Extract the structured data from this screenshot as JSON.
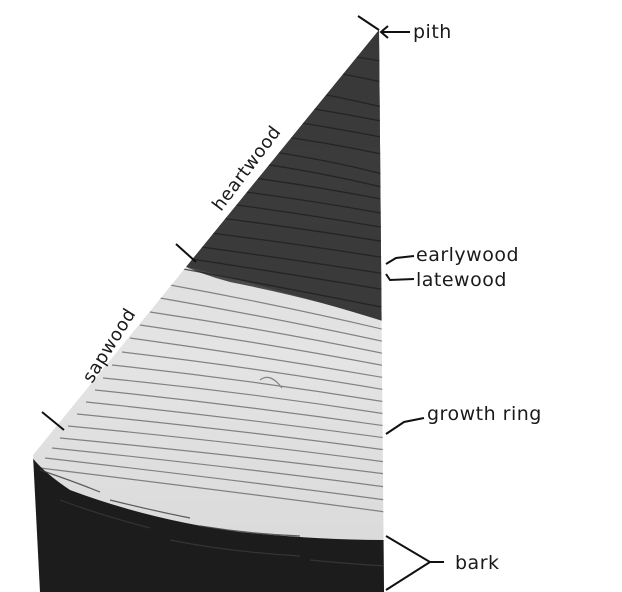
{
  "diagram": {
    "labels": {
      "pith": "pith",
      "heartwood": "heartwood",
      "sapwood": "sapwood",
      "earlywood": "earlywood",
      "latewood": "latewood",
      "growth_ring": "growth ring",
      "bark": "bark"
    }
  }
}
